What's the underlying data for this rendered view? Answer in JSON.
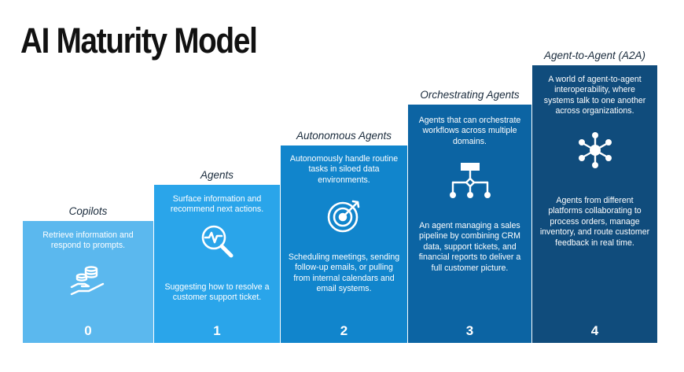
{
  "title": "AI Maturity Model",
  "steps": [
    {
      "number": "0",
      "label": "Copilots",
      "description": "Retrieve information and respond to prompts.",
      "example": "",
      "icon": "hand-coins-icon",
      "color": "#5bb8ee"
    },
    {
      "number": "1",
      "label": "Agents",
      "description": "Surface information and recommend next actions.",
      "example": "Suggesting how to resolve a customer support ticket.",
      "icon": "magnifier-pulse-icon",
      "color": "#2aa5ea"
    },
    {
      "number": "2",
      "label": "Autonomous Agents",
      "description": "Autonomously handle routine tasks in siloed data environments.",
      "example": "Scheduling meetings, sending follow-up emails, or pulling from internal calendars and email systems.",
      "icon": "target-arrow-icon",
      "color": "#1185cc"
    },
    {
      "number": "3",
      "label": "Orchestrating Agents",
      "description": "Agents that can orchestrate workflows across multiple domains.",
      "example": "An agent managing a sales pipeline by combining CRM data, support tickets, and financial reports to deliver a full customer picture.",
      "icon": "workflow-icon",
      "color": "#0c64a3"
    },
    {
      "number": "4",
      "label": "Agent-to-Agent (A2A)",
      "description": "A world of agent-to-agent interoperability, where systems talk to one another across organizations.",
      "example": "Agents from different platforms collaborating to process orders, manage inventory, and route customer feedback in real time.",
      "icon": "network-hub-icon",
      "color": "#104c7c"
    }
  ]
}
